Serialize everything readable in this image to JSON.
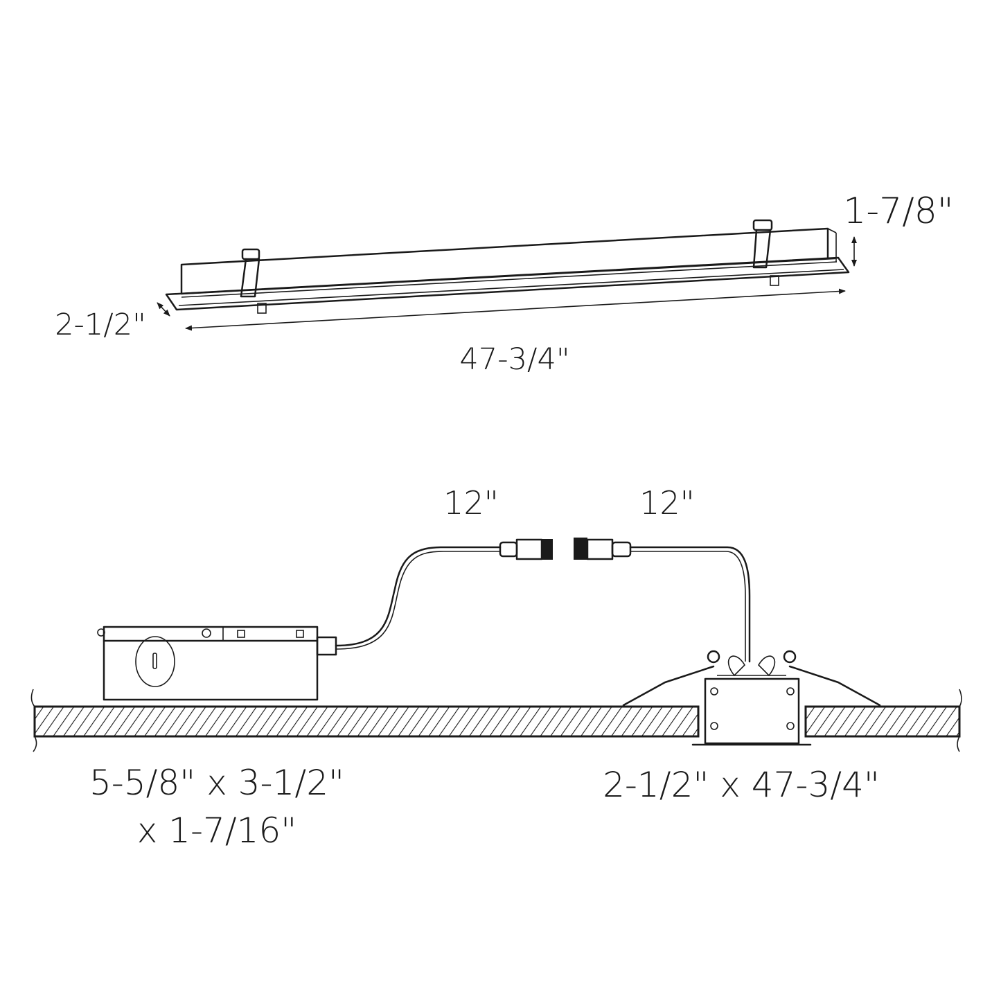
{
  "colors": {
    "line": "#1a1a1a",
    "background": "#ffffff"
  },
  "top_view": {
    "height_label": "1-7/8\"",
    "width_label": "2-1/2\"",
    "length_label": "47-3/4\""
  },
  "installation_view": {
    "left_lead_label": "12\"",
    "right_lead_label": "12\"",
    "driver_dims_line1": "5-5/8\" x 3-1/2\"",
    "driver_dims_line2": "x 1-7/16\"",
    "cutout_label": "2-1/2\" x 47-3/4\""
  }
}
